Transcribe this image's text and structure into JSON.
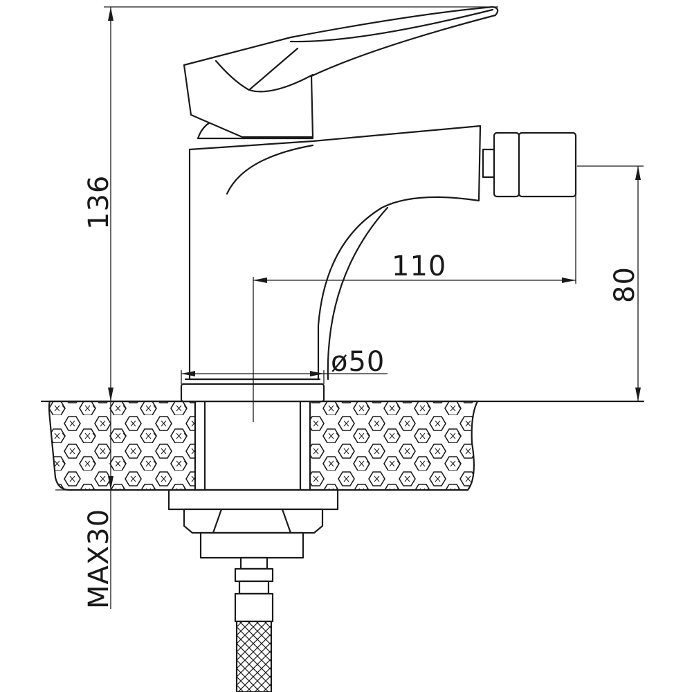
{
  "dimensions": {
    "height_total": "136",
    "reach": "110",
    "spout_height": "80",
    "base_diameter": "ø50",
    "max_counter_thickness": "MAX30"
  }
}
